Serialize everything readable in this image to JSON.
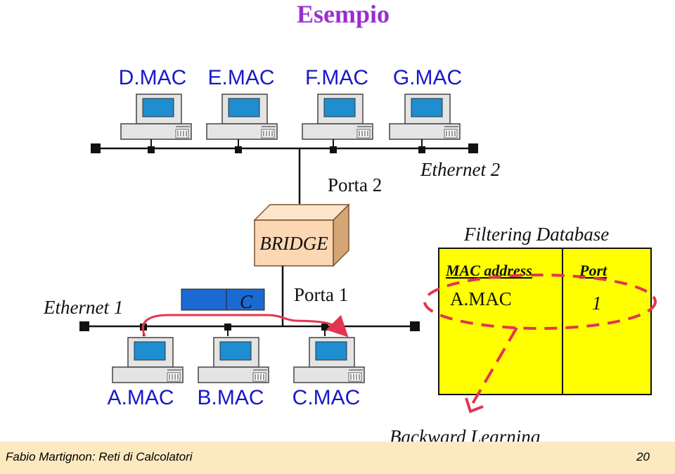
{
  "title": "Esempio",
  "top_hosts": [
    "D.MAC",
    "E.MAC",
    "F.MAC",
    "G.MAC"
  ],
  "bottom_hosts": [
    "A.MAC",
    "B.MAC",
    "C.MAC"
  ],
  "ethernet2_label": "Ethernet 2",
  "ethernet1_label": "Ethernet 1",
  "porta2_label": "Porta 2",
  "porta1_label": "Porta 1",
  "bridge_label": "BRIDGE",
  "frame_label": "C",
  "filtering_db": {
    "title": "Filtering Database",
    "col_mac": "MAC address",
    "col_port": "Port",
    "row_mac": "A.MAC",
    "row_port": "1"
  },
  "backward_learning": "Backward Learning",
  "footer": {
    "author": "Fabio Martignon: Reti di Calcolatori",
    "page": "20"
  },
  "colors": {
    "title": "#9a2bd0",
    "mac_text": "#1818c8",
    "bridge_fill": "#fcd7b4",
    "table_fill": "#ffff00",
    "arrow_red": "#e2364f",
    "dash_red": "#e2364f",
    "frame_blue": "#1b6ad2",
    "footer_bg": "#fde9bf"
  }
}
